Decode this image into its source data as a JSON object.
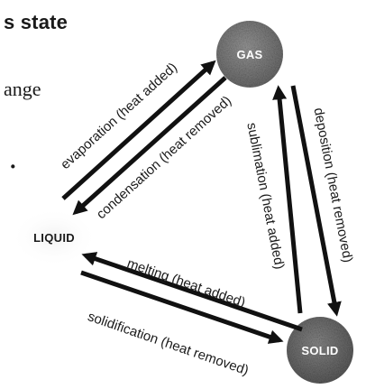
{
  "page_fragment": {
    "title": "s state",
    "line": "ange"
  },
  "states": {
    "gas": "GAS",
    "liquid": "LIQUID",
    "solid": "SOLID"
  },
  "transitions": {
    "evaporation": "evaporation (heat added)",
    "condensation": "condensation (heat removed)",
    "melting": "melting (heat added)",
    "solidification": "solidification (heat removed)",
    "sublimation": "sublimation (heat added)",
    "deposition": "deposition (heat removed)"
  }
}
